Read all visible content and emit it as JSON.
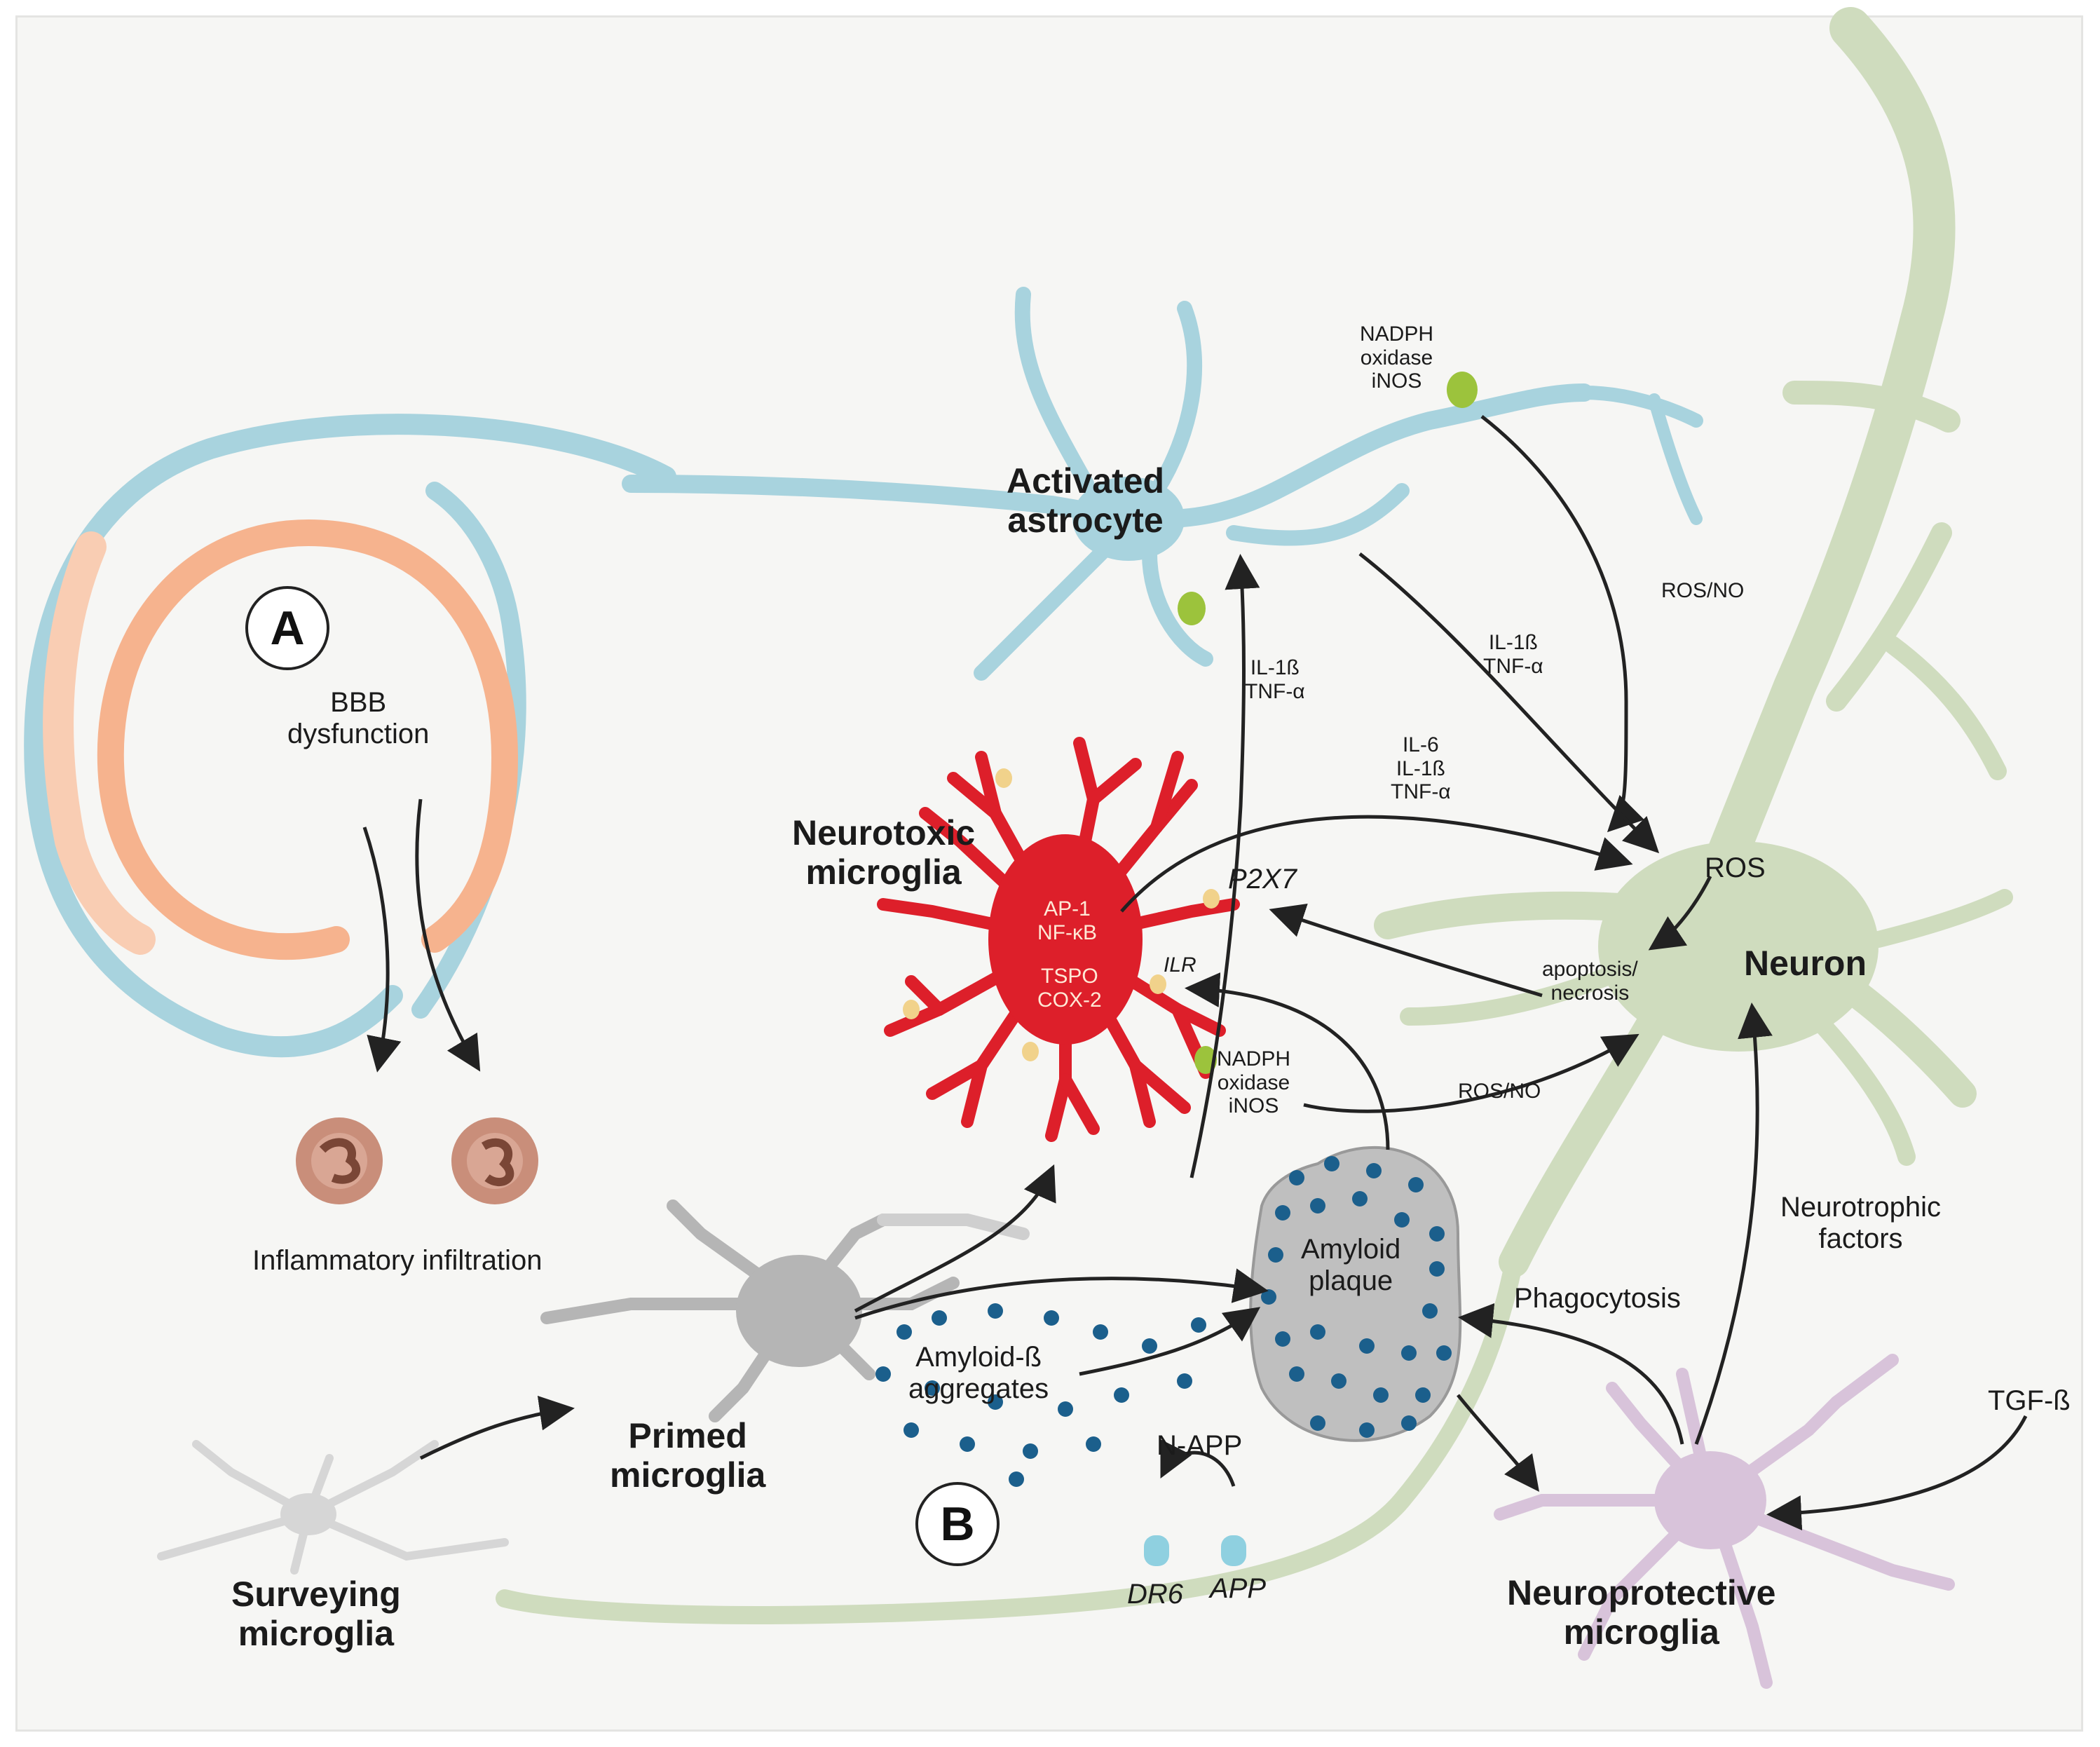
{
  "colors": {
    "astrocyte": "#a8d3de",
    "vessel_outer": "#a8d3de",
    "vessel_inner": "#f6b38e",
    "neuron": "#cfdcbe",
    "neurotoxic": "#dd1f2a",
    "primed": "#b5b5b5",
    "surveying": "#d6d6d6",
    "neuroprotective": "#d8c3da",
    "plaque": "#bfbfbf",
    "amyloid_dot": "#1b5f8c",
    "receptor": "#9cc33c",
    "arrow": "#222222"
  },
  "panels": {
    "a": "A",
    "b": "B"
  },
  "labels": {
    "bbb": "BBB\ndysfunction",
    "infiltration": "Inflammatory infiltration",
    "astrocyte": "Activated\nastrocyte",
    "nadph_top": "NADPH\noxidase\niNOS",
    "ros_no_top": "ROS/NO",
    "il1b_tnf_astro": "IL-1ß\nTNF-α",
    "il1b_tnf_center": "IL-1ß\nTNF-α",
    "il6_il1b_tnf": "IL-6\nIL-1ß\nTNF-α",
    "neurotoxic": "Neurotoxic\nmicroglia",
    "ap1": "AP-1\nNF-κB",
    "tspo": "TSPO\nCOX-2",
    "p2x7": "P2X7",
    "ilr": "ILR",
    "nadph_mid": "NADPH\noxidase\niNOS",
    "ros_no_mid": "ROS/NO",
    "ros": "ROS",
    "neuron": "Neuron",
    "apoptosis": "apoptosis/\nnecrosis",
    "neurotrophic": "Neurotrophic\nfactors",
    "amyloid_plaque": "Amyloid\nplaque",
    "phagocytosis": "Phagocytosis",
    "amyloid_aggr": "Amyloid-ß\naggregates",
    "primed": "Primed\nmicroglia",
    "surveying": "Surveying\nmicroglia",
    "napp": "N-APP",
    "dr6": "DR6",
    "app": "APP",
    "tgfb": "TGF-ß",
    "neuroprotective": "Neuroprotective\nmicroglia"
  }
}
